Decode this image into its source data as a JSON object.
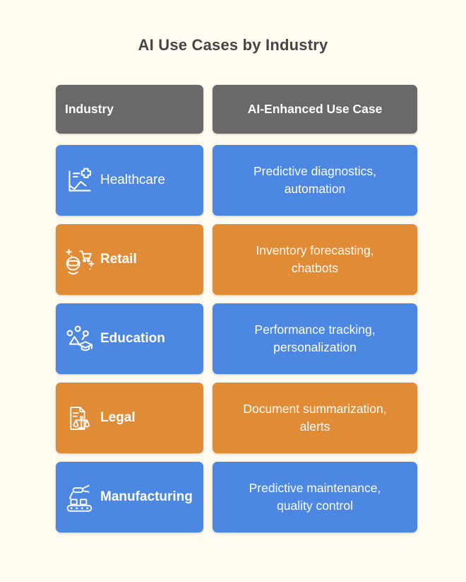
{
  "page": {
    "title": "AI Use Cases by Industry",
    "background_color": "#FFFBF0",
    "title_color": "#454545"
  },
  "colors": {
    "header_gray": "#696969",
    "row_blue": "#4C87E2",
    "row_orange": "#E08B35",
    "cell_text": "#FFFFFF"
  },
  "chart_data": {
    "type": "table",
    "title": "AI Use Cases by Industry",
    "columns": [
      "Industry",
      "AI-Enhanced Use Case"
    ],
    "rows": [
      [
        "Healthcare",
        "Predictive diagnostics, automation"
      ],
      [
        "Retail",
        "Inventory forecasting, chatbots"
      ],
      [
        "Education",
        "Performance tracking, personalization"
      ],
      [
        "Legal",
        "Document summarization, alerts"
      ],
      [
        "Manufacturing",
        "Predictive maintenance, quality control"
      ]
    ]
  },
  "table": {
    "headers": {
      "industry": "Industry",
      "use_case": "AI-Enhanced Use Case"
    },
    "rows": [
      {
        "industry": "Healthcare",
        "use_case": "Predictive diagnostics, automation",
        "row_color": "blue",
        "icon": "medical-chart-icon"
      },
      {
        "industry": "Retail",
        "use_case": "Inventory forecasting, chatbots",
        "row_color": "orange",
        "icon": "shopping-cart-ai-icon"
      },
      {
        "industry": "Education",
        "use_case": "Performance tracking, personalization",
        "row_color": "blue",
        "icon": "network-graduation-cap-icon"
      },
      {
        "industry": "Legal",
        "use_case": "Document summarization, alerts",
        "row_color": "orange",
        "icon": "document-scales-icon"
      },
      {
        "industry": "Manufacturing",
        "use_case": "Predictive maintenance, quality control",
        "row_color": "blue",
        "icon": "robot-arm-conveyor-icon"
      }
    ]
  }
}
